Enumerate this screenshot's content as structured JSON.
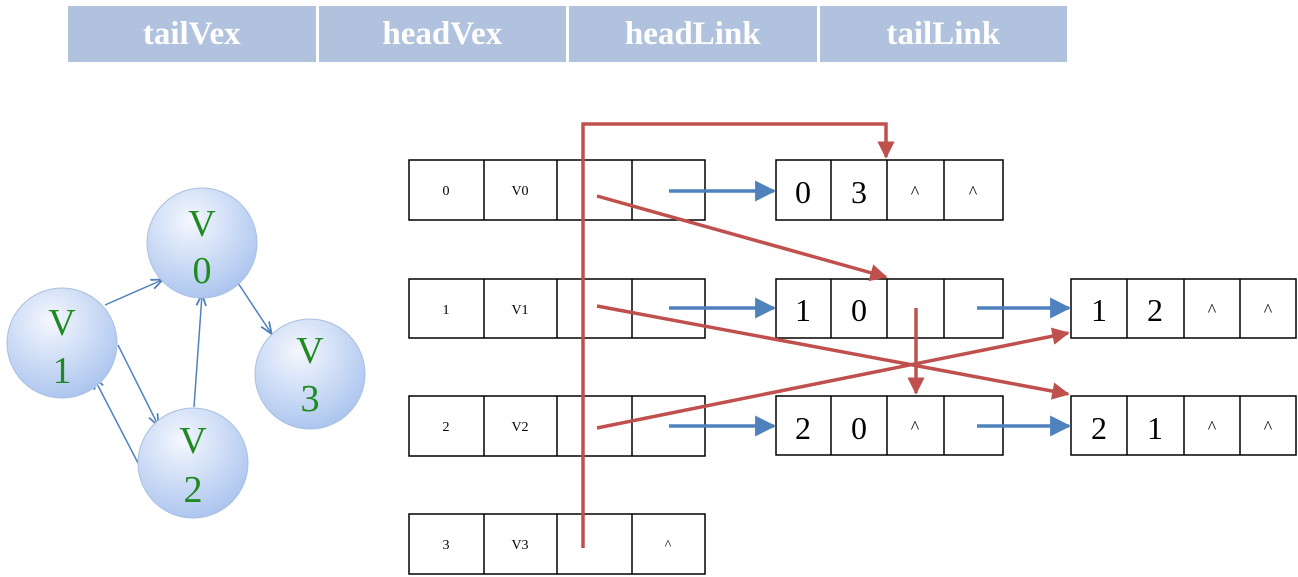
{
  "header": {
    "columns": [
      "tailVex",
      "headVex",
      "headLink",
      "tailLink"
    ]
  },
  "graph": {
    "vertices": [
      {
        "id": "v0",
        "line1": "V",
        "line2": "0"
      },
      {
        "id": "v1",
        "line1": "V",
        "line2": "1"
      },
      {
        "id": "v2",
        "line1": "V",
        "line2": "2"
      },
      {
        "id": "v3",
        "line1": "V",
        "line2": "3"
      }
    ]
  },
  "vertex_table": [
    {
      "index": "0",
      "name": "V0",
      "first_in": "",
      "first_out": ""
    },
    {
      "index": "1",
      "name": "V1",
      "first_in": "",
      "first_out": ""
    },
    {
      "index": "2",
      "name": "V2",
      "first_in": "",
      "first_out": ""
    },
    {
      "index": "3",
      "name": "V3",
      "first_in": "",
      "first_out": "^"
    }
  ],
  "arc_nodes": [
    {
      "id": "arc-0-3",
      "tail": "0",
      "head": "3",
      "head_link": "^",
      "tail_link": "^"
    },
    {
      "id": "arc-1-0",
      "tail": "1",
      "head": "0",
      "head_link": "",
      "tail_link": ""
    },
    {
      "id": "arc-1-2",
      "tail": "1",
      "head": "2",
      "head_link": "^",
      "tail_link": "^"
    },
    {
      "id": "arc-2-0",
      "tail": "2",
      "head": "0",
      "head_link": "^",
      "tail_link": ""
    },
    {
      "id": "arc-2-1",
      "tail": "2",
      "head": "1",
      "head_link": "^",
      "tail_link": "^"
    }
  ],
  "colors": {
    "header_bg": "#b0c2dd",
    "vertex_fill_light": "#eef3fd",
    "vertex_fill_dark": "#a9c3ee",
    "vertex_text": "#1f8a1f",
    "out_arrow": "#4f81bd",
    "in_arrow": "#c0504d"
  }
}
